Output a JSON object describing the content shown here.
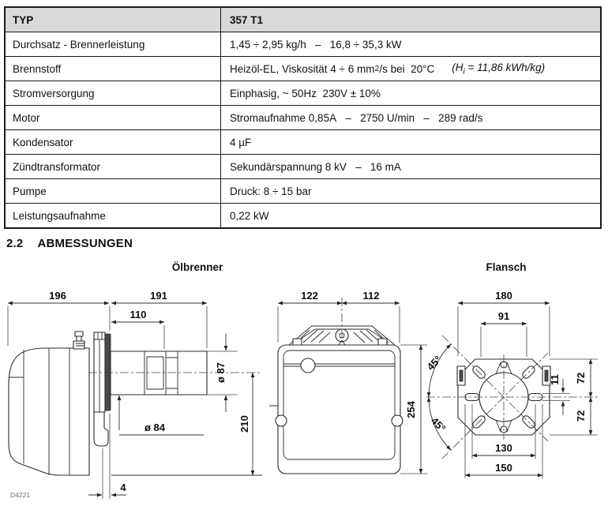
{
  "table": {
    "header": {
      "label": "TYP",
      "value": "357 T1"
    },
    "rows": [
      {
        "label": "Durchsatz - Brennerleistung",
        "value": "1,45 ÷ 2,95 kg/h   –   16,8 ÷ 35,3 kW"
      },
      {
        "label": "Brennstoff",
        "value_pre": "Heizöl-EL, Viskosität 4 ÷ 6 mm",
        "value_sup": "2",
        "value_post": "/s bei  20°C",
        "note_pre": "(H",
        "note_sub": "i",
        "note_post": " = 11,86 kWh/kg)"
      },
      {
        "label": "Stromversorgung",
        "value": "Einphasig, ~ 50Hz  230V ± 10%"
      },
      {
        "label": "Motor",
        "value": "Stromaufnahme 0,85A   –   2750 U/min   –   289 rad/s"
      },
      {
        "label": "Kondensator",
        "value": "4 µF"
      },
      {
        "label": "Zündtransformator",
        "value": "Sekundärspannung 8 kV   –   16 mA"
      },
      {
        "label": "Pumpe",
        "value": "Druck: 8 ÷ 15 bar"
      },
      {
        "label": "Leistungsaufnahme",
        "value": "0,22 kW"
      }
    ],
    "header_bg": "#d9d9d9"
  },
  "section": {
    "number": "2.2",
    "title": "ABMESSUNGEN"
  },
  "drawings": {
    "burner_side": {
      "title": "Ölbrenner",
      "code": "D4221",
      "dims": {
        "body_length": "196",
        "tube_total": "191",
        "tube_front": "110",
        "tube_diameter": "ø 87",
        "collar_diameter": "ø 84",
        "height": "210",
        "gasket_thickness": "4"
      }
    },
    "burner_front": {
      "dims": {
        "width_left": "122",
        "width_right": "112",
        "height": "254"
      }
    },
    "flange": {
      "title": "Flansch",
      "dims": {
        "overall_width": "180",
        "opening_width": "91",
        "angle_upper": "45°",
        "angle_lower": "45°",
        "slot_width": "11",
        "upper_half": "72",
        "lower_half": "72",
        "bolt_spacing_inner": "130",
        "bolt_spacing_outer": "150"
      }
    }
  }
}
